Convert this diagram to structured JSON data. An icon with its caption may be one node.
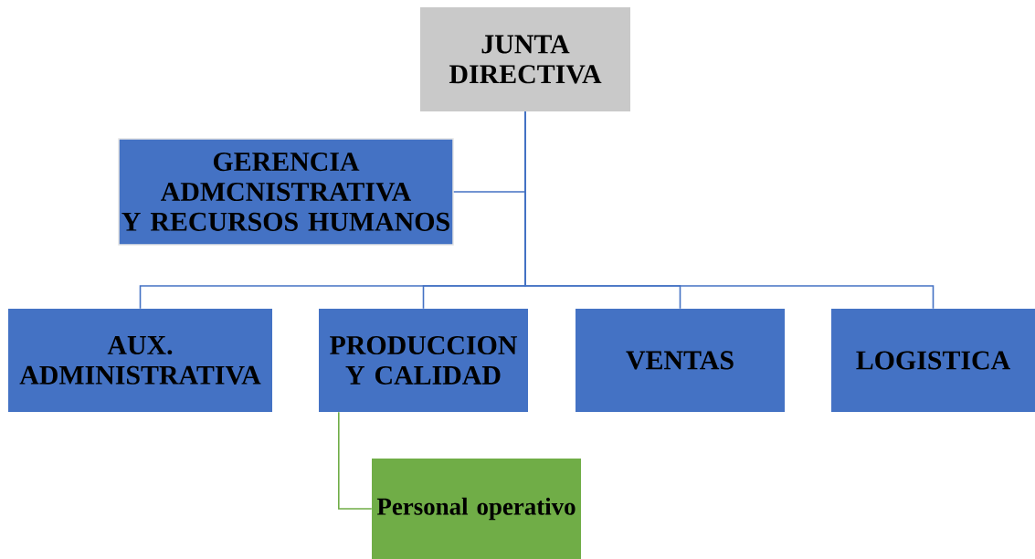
{
  "diagram": {
    "nodes": [
      {
        "text": [
          "JUNTA DIRECTIVA"
        ]
      },
      {
        "text": [
          "GERENCIA ADMCNISTRATIVA Y RECURSOS HUMANOS"
        ]
      },
      {
        "text": [
          "AUX. ADMINISTRATIVA"
        ]
      },
      {
        "text": [
          "PRODUCCION Y CALIDAD"
        ]
      },
      {
        "text": [
          "VENTAS"
        ]
      },
      {
        "text": [
          "LOGISTICA"
        ]
      },
      {
        "text": [
          "Personal operativo"
        ]
      }
    ],
    "edges": [
      {
        "from": 0,
        "to": 1,
        "arrow": "none"
      },
      {
        "from": 0,
        "to": 2,
        "arrow": "none"
      },
      {
        "from": 0,
        "to": 3,
        "arrow": "none"
      },
      {
        "from": 0,
        "to": 4,
        "arrow": "none"
      },
      {
        "from": 0,
        "to": 5,
        "arrow": "none"
      },
      {
        "from": 3,
        "to": 6,
        "arrow": "none",
        "color": "#70ad47"
      }
    ]
  }
}
